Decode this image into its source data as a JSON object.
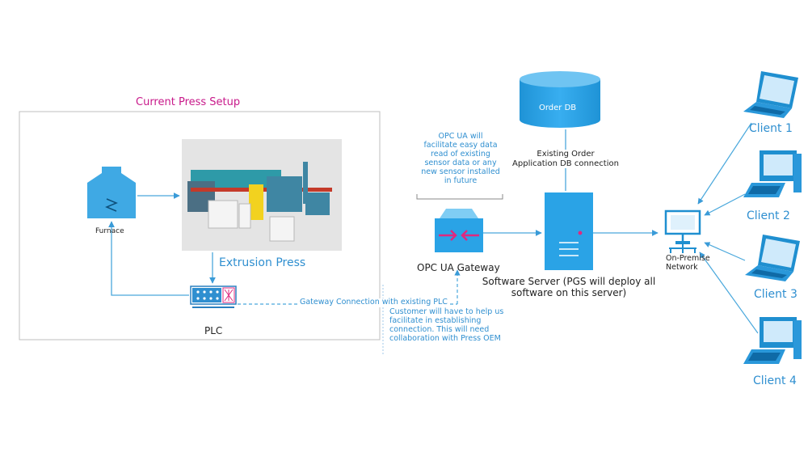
{
  "setup_box": {
    "title": "Current Press Setup"
  },
  "furnace": {
    "label": "Furnace"
  },
  "press": {
    "label": "Extrusion Press"
  },
  "plc": {
    "label": "PLC"
  },
  "gateway": {
    "label": "OPC UA Gateway",
    "note": "OPC UA will\nfacilitate easy data\nread of existing\nsensor data or any\nnew sensor installed\nin future"
  },
  "plc_connection": {
    "label": "Gateway Connection with existing PLC",
    "note": "Customer will have to help us\nfacilitate in establishing\nconnection. This will need\ncollaboration with Press OEM"
  },
  "order_db": {
    "label": "Order DB",
    "connection_label": "Existing Order\nApplication DB connection"
  },
  "server": {
    "label": "Software Server (PGS will deploy all\nsoftware on this server)"
  },
  "network": {
    "label": "On-Premise\nNetwork"
  },
  "clients": [
    "Client 1",
    "Client 2",
    "Client 3",
    "Client 4"
  ],
  "colors": {
    "accent": "#29a3e0",
    "line": "#4aa8dc",
    "text_blue": "#2f8fd0",
    "title_pink": "#c8198a",
    "gateway_arrows": "#e0287f"
  }
}
